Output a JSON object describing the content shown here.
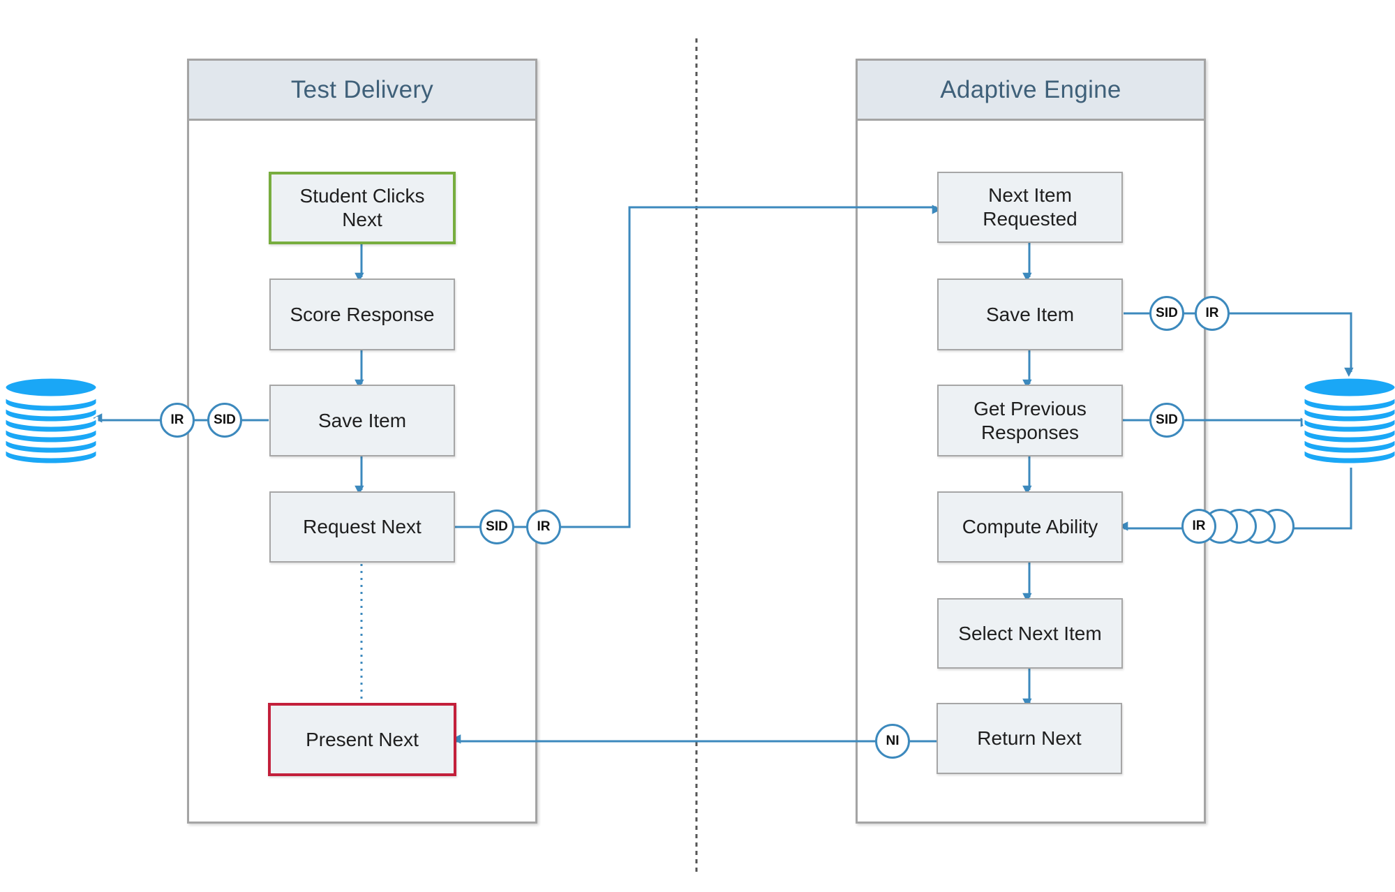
{
  "lanes": {
    "left": {
      "title": "Test Delivery"
    },
    "right": {
      "title": "Adaptive Engine"
    }
  },
  "nodes": {
    "student_clicks_next": "Student Clicks Next",
    "score_response": "Score Response",
    "save_item_left": "Save Item",
    "request_next": "Request Next",
    "present_next": "Present Next",
    "next_item_requested": "Next Item Requested",
    "save_item_right": "Save Item",
    "get_previous_responses": "Get Previous Responses",
    "compute_ability": "Compute Ability",
    "select_next_item": "Select Next Item",
    "return_next": "Return Next"
  },
  "tokens": {
    "ir": "IR",
    "sid": "SID",
    "ni": "NI"
  },
  "colors": {
    "connector": "#3c89bd",
    "database": "#1aa7f6",
    "start_border": "#78ad3f",
    "end_border": "#c3203b",
    "header_bg": "#e1e7ed",
    "header_text": "#3f6079",
    "node_bg": "#edf1f4"
  },
  "icons": {
    "left_store": "database-icon",
    "right_store": "database-icon"
  }
}
